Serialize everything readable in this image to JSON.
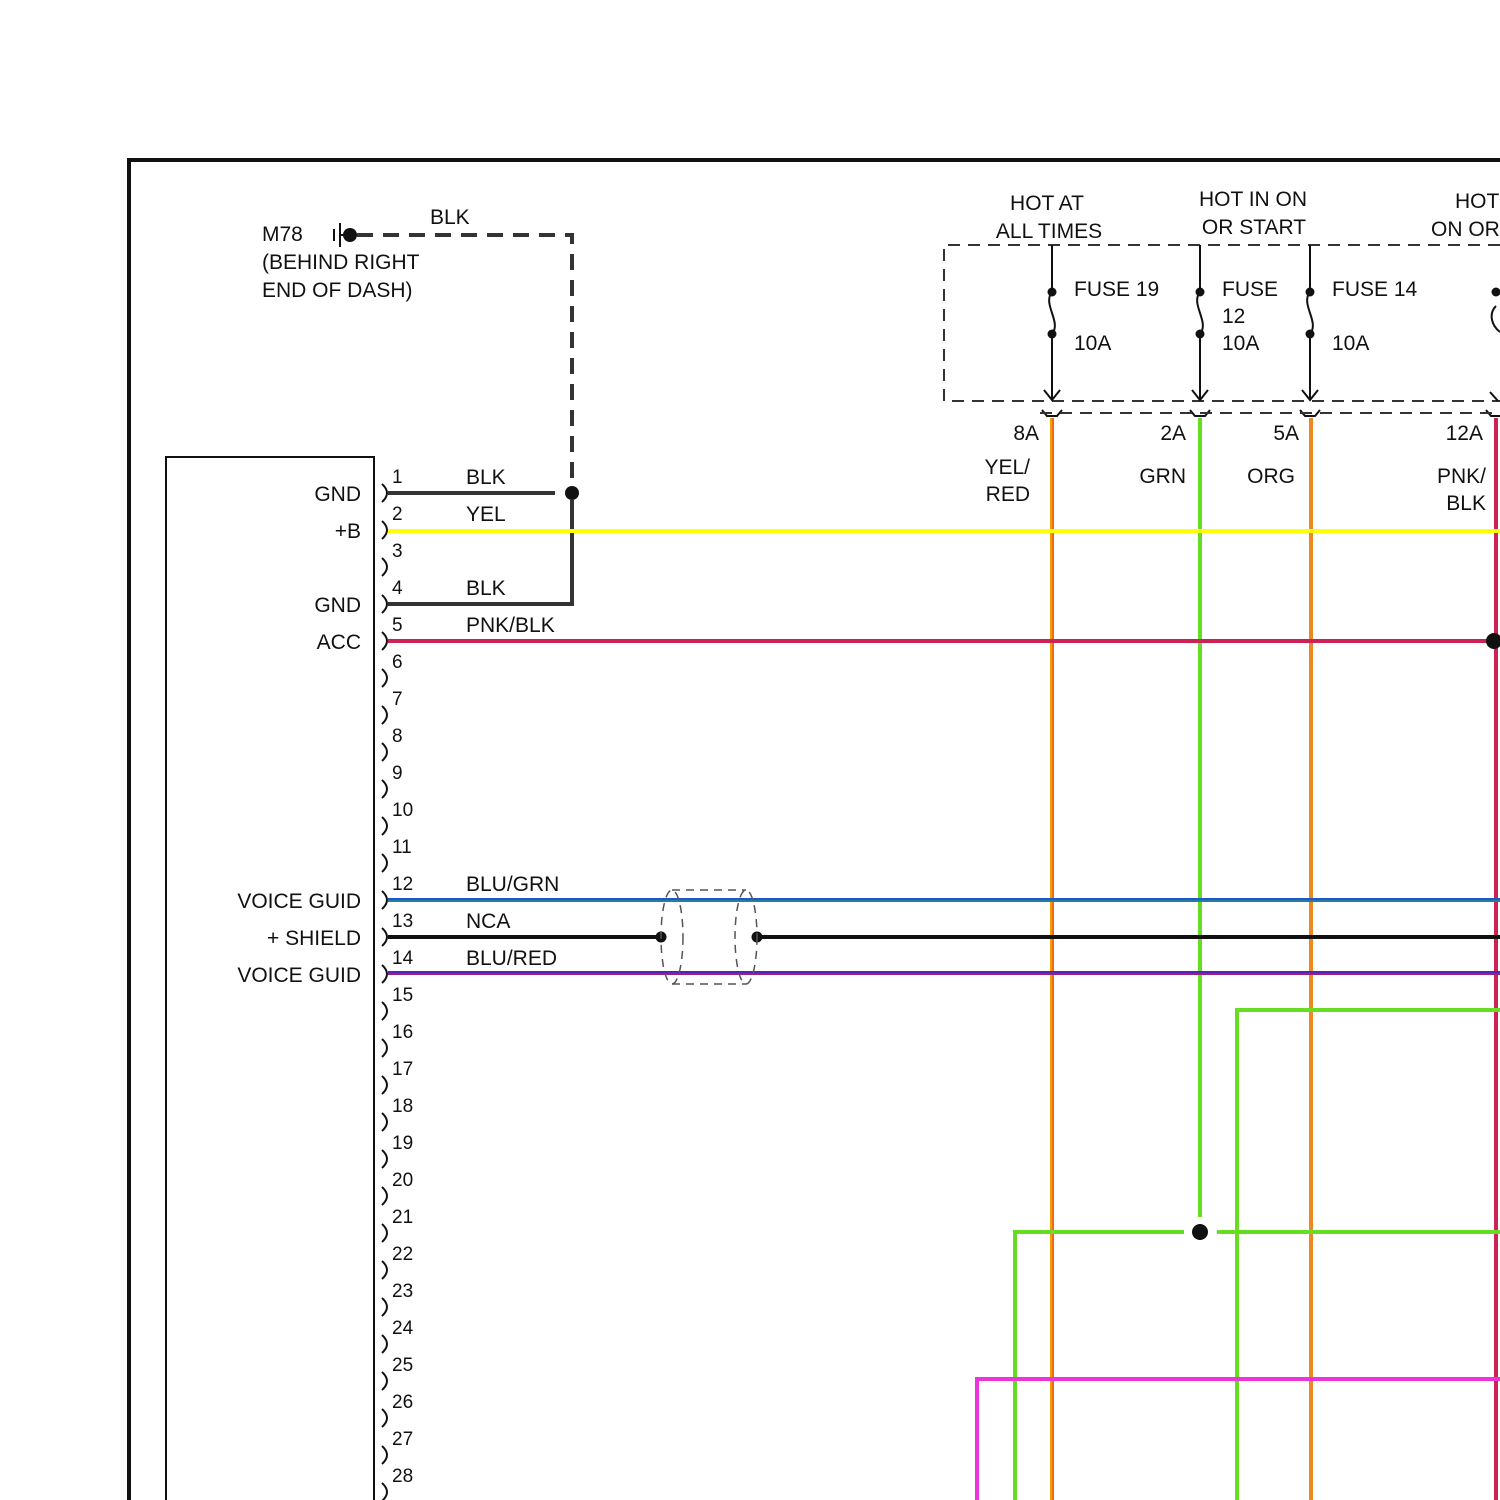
{
  "ground": {
    "id": "M78",
    "location_line1": "(BEHIND RIGHT",
    "location_line2": "END OF DASH)",
    "wire_color": "BLK"
  },
  "fuse_box": {
    "headers": [
      {
        "line1": "HOT AT",
        "line2": "ALL TIMES"
      },
      {
        "line1": "HOT IN ON",
        "line2": "OR START"
      },
      {
        "line1": "HOT",
        "line2": "ON OR"
      }
    ],
    "fuses": [
      {
        "name_lines": [
          "FUSE 19"
        ],
        "rating": "10A",
        "terminal": "8A",
        "wire_lines": [
          "YEL/",
          "RED"
        ]
      },
      {
        "name_lines": [
          "FUSE",
          "12"
        ],
        "rating": "10A",
        "terminal": "2A",
        "wire_lines": [
          "GRN"
        ]
      },
      {
        "name_lines": [
          "FUSE 14"
        ],
        "rating": "10A",
        "terminal": "5A",
        "wire_lines": [
          "ORG"
        ]
      },
      {
        "name_lines": [],
        "rating": "",
        "terminal": "12A",
        "wire_lines": [
          "PNK/",
          "BLK"
        ]
      }
    ]
  },
  "connector": {
    "pins": [
      "1",
      "2",
      "3",
      "4",
      "5",
      "6",
      "7",
      "8",
      "9",
      "10",
      "11",
      "12",
      "13",
      "14",
      "15",
      "16",
      "17",
      "18",
      "19",
      "20",
      "21",
      "22",
      "23",
      "24",
      "25",
      "26",
      "27",
      "28"
    ],
    "functions": [
      {
        "pin": "1",
        "text": "GND"
      },
      {
        "pin": "2",
        "text": "+B"
      },
      {
        "pin": "4",
        "text": "GND"
      },
      {
        "pin": "5",
        "text": "ACC"
      },
      {
        "pin": "12",
        "text": "VOICE GUID"
      },
      {
        "pin": "13",
        "text": "+ SHIELD"
      },
      {
        "pin": "14",
        "text": "VOICE GUID"
      }
    ],
    "wires": [
      {
        "pin": "1",
        "color_code": "BLK"
      },
      {
        "pin": "2",
        "color_code": "YEL"
      },
      {
        "pin": "4",
        "color_code": "BLK"
      },
      {
        "pin": "5",
        "color_code": "PNK/BLK"
      },
      {
        "pin": "12",
        "color_code": "BLU/GRN"
      },
      {
        "pin": "13",
        "color_code": "NCA"
      },
      {
        "pin": "14",
        "color_code": "BLU/RED"
      }
    ]
  },
  "colors": {
    "black": "#222222",
    "yellow": "#ffff00",
    "yellow_red": "#f0a000",
    "green": "#66dd22",
    "orange": "#ee8820",
    "pink_black": "#cc2255",
    "blue_green": "#2255cc",
    "blue_red": "#5522bb",
    "magenta": "#ee33dd"
  }
}
